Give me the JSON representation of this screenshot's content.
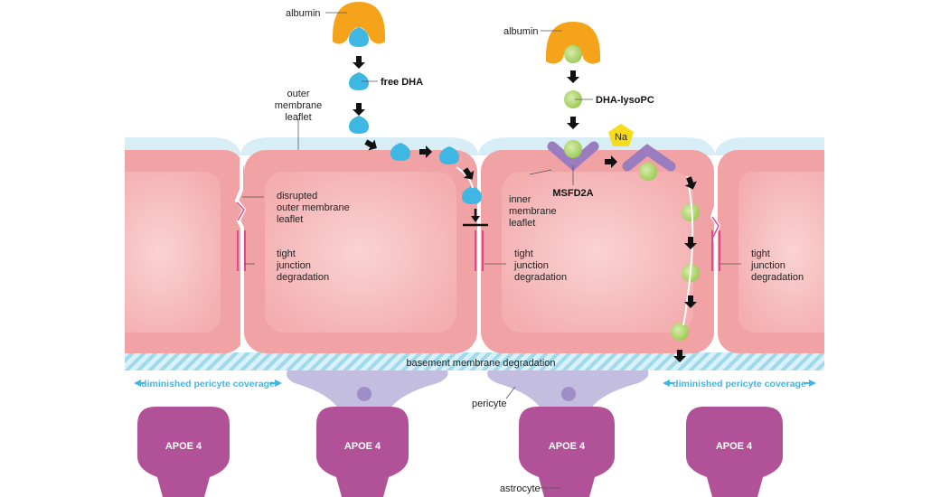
{
  "colors": {
    "albumin": "#f6a31c",
    "free_dha": "#3fb7e3",
    "dha_lysopc": "#a9d36a",
    "msfd2a": "#9a7dbf",
    "sodium": "#f7dc1c",
    "cell": "#f0a2a4",
    "cell_inner": "#f8c7c7",
    "membrane": "#d8eef7",
    "basement": "#9fd9ea",
    "pericyte": "#c3bde0",
    "astrocyte": "#b15299",
    "tight_junction": "#e2488e",
    "cyan_accent": "#3fb7e3",
    "arrow": "#111111"
  },
  "labels": {
    "albumin_left": "albumin",
    "albumin_right": "albumin",
    "free_dha": "free DHA",
    "dha_lysopc": "DHA-lysoPC",
    "sodium": "Na",
    "outer_leaflet": [
      "outer",
      "membrane",
      "leaflet"
    ],
    "disrupted_leaflet": [
      "disrupted",
      "outer membrane",
      "leaflet"
    ],
    "inner_leaflet": [
      "inner",
      "membrane",
      "leaflet"
    ],
    "msfd2a": "MSFD2A",
    "tight_junction": [
      "tight",
      "junction",
      "degradation"
    ],
    "basement": "basement membrane degradation",
    "pericyte_coverage": "diminished pericyte coverage",
    "pericyte": "pericyte",
    "astrocyte": "astrocyte",
    "apoe": "APOE 4"
  },
  "icons": {
    "flow_arrow": "arrow-icon",
    "block": "block-icon",
    "double_arrow": "double-arrow-icon"
  }
}
